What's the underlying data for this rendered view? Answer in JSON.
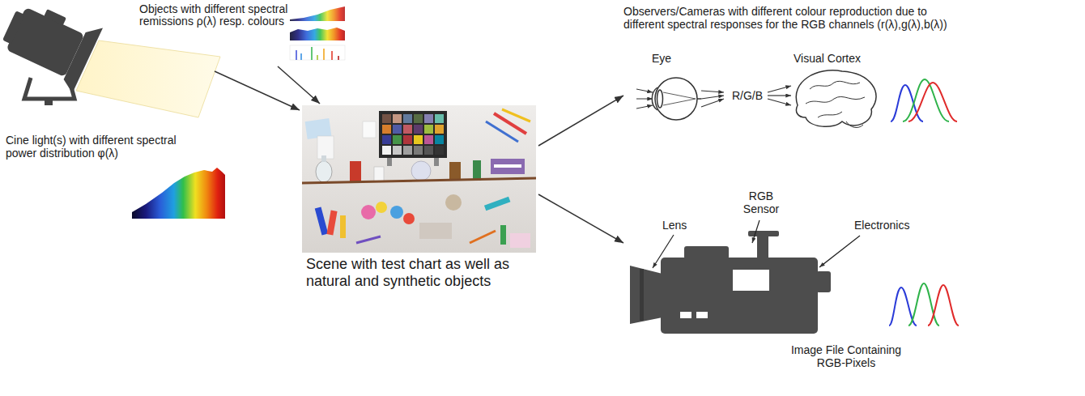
{
  "diagram": {
    "nodes": [
      {
        "text": [
          "Cine light(s) with different spectral power distribution φ(λ)"
        ]
      },
      {
        "text": [
          "Objects with different spectral remissions ρ(λ) resp. colours"
        ]
      },
      {
        "text": [
          "Scene with test chart as well as natural and synthetic objects"
        ]
      },
      {
        "text": [
          "Observers/Cameras with different colour reproduction due to different spectral responses for the RGB channels (r(λ),g(λ),b(λ))"
        ]
      },
      {
        "text": [
          "Eye",
          "R/G/B",
          "Visual Cortex"
        ],
        "in": 3
      },
      {
        "text": [
          "Lens",
          "RGB Sensor",
          "Electronics",
          "Image File Containing RGB-Pixels"
        ],
        "in": 3
      }
    ],
    "edges": [
      {
        "from": 0,
        "to": 2,
        "arrow": "to"
      },
      {
        "from": 1,
        "to": 2,
        "arrow": "to"
      },
      {
        "from": 2,
        "to": 4,
        "arrow": "to"
      },
      {
        "from": 2,
        "to": 5,
        "arrow": "to"
      }
    ]
  }
}
